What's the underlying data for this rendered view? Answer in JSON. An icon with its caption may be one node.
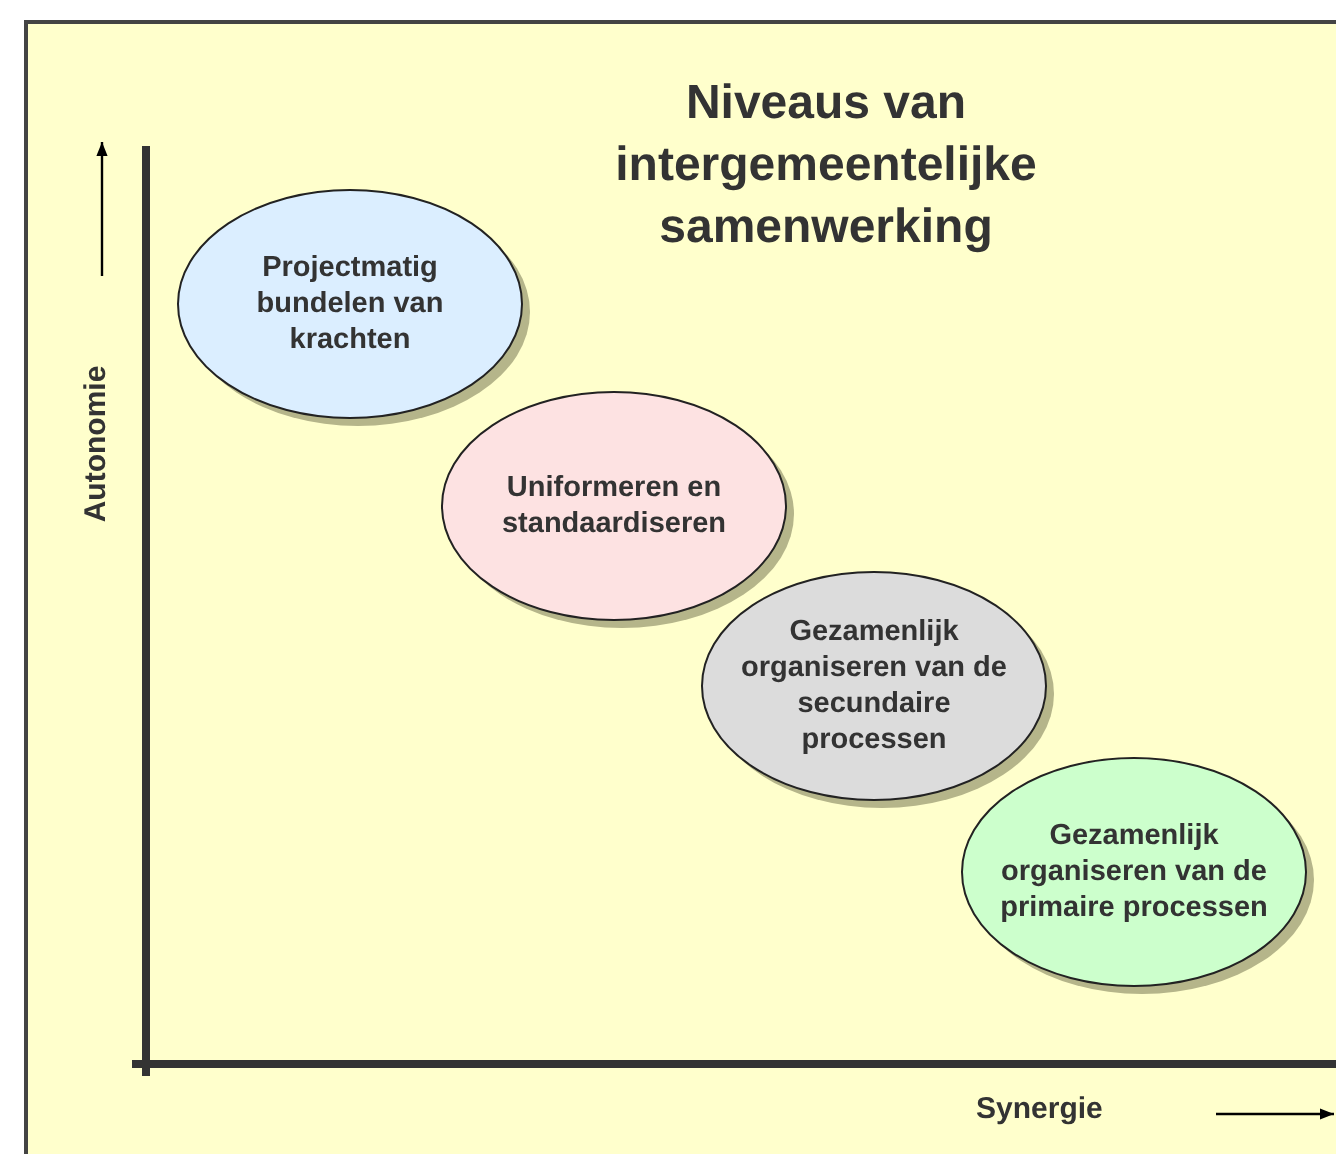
{
  "diagram": {
    "title": "Niveaus van intergemeentelijke samenwerking",
    "nodes": [
      {
        "text": [
          "Projectmatig bundelen van krachten"
        ]
      },
      {
        "text": [
          "Uniformeren en standaardiseren"
        ]
      },
      {
        "text": [
          "Gezamenlijk organiseren van de secundaire processen"
        ]
      },
      {
        "text": [
          "Gezamenlijk organiseren van de primaire processen"
        ]
      }
    ],
    "labels": [
      "Autonomie",
      "Synergie"
    ]
  }
}
